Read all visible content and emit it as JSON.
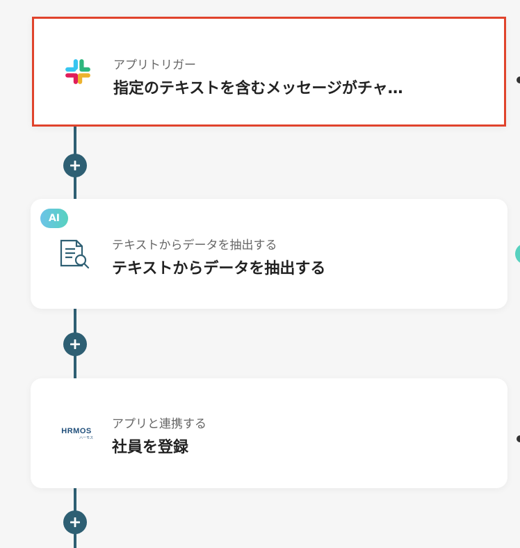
{
  "steps": [
    {
      "subtitle": "アプリトリガー",
      "title": "指定のテキストを含むメッセージがチャ…",
      "icon": "slack-icon"
    },
    {
      "subtitle": "テキストからデータを抽出する",
      "title": "テキストからデータを抽出する",
      "icon": "document-search-icon",
      "badge": "AI"
    },
    {
      "subtitle": "アプリと連携する",
      "title": "社員を登録",
      "icon": "hrmos-logo",
      "logo_text": "HRMOS",
      "logo_sub": "ハーモス"
    }
  ],
  "colors": {
    "flow": "#2e5f73",
    "selected_border": "#e0432c",
    "badge_gradient": [
      "#6cc3e8",
      "#57d1bf"
    ]
  }
}
